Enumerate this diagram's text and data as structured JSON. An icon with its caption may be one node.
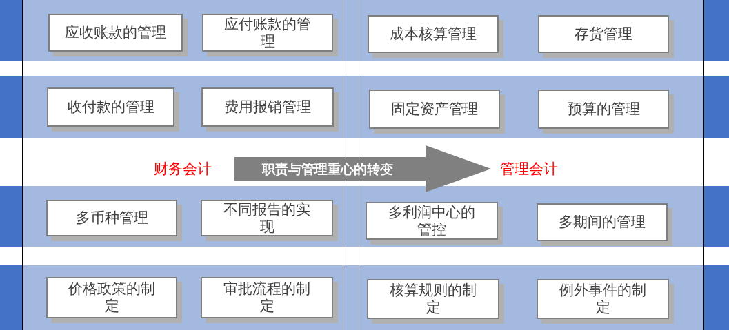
{
  "diagram": {
    "nodes": [
      {
        "text": [
          "应收账款的管理"
        ]
      },
      {
        "text": [
          "应付账款的管理"
        ]
      },
      {
        "text": [
          "成本核算管理"
        ]
      },
      {
        "text": [
          "存货管理"
        ]
      },
      {
        "text": [
          "收付款的管理"
        ]
      },
      {
        "text": [
          "费用报销管理"
        ]
      },
      {
        "text": [
          "固定资产管理"
        ]
      },
      {
        "text": [
          "预算的管理"
        ]
      },
      {
        "text": [
          "财务会计"
        ]
      },
      {
        "text": [
          "管理会计"
        ]
      },
      {
        "text": [
          "多币种管理"
        ]
      },
      {
        "text": [
          "不同报告的实现"
        ]
      },
      {
        "text": [
          "多利润中心的管控"
        ]
      },
      {
        "text": [
          "多期间的管理"
        ]
      },
      {
        "text": [
          "价格政策的制定"
        ]
      },
      {
        "text": [
          "审批流程的制定"
        ]
      },
      {
        "text": [
          "核算规则的制定"
        ]
      },
      {
        "text": [
          "例外事件的制定"
        ]
      }
    ],
    "edges": [
      {
        "from": 8,
        "to": 9,
        "arrow": "to",
        "label": "职责与管理重心的转变"
      }
    ]
  }
}
